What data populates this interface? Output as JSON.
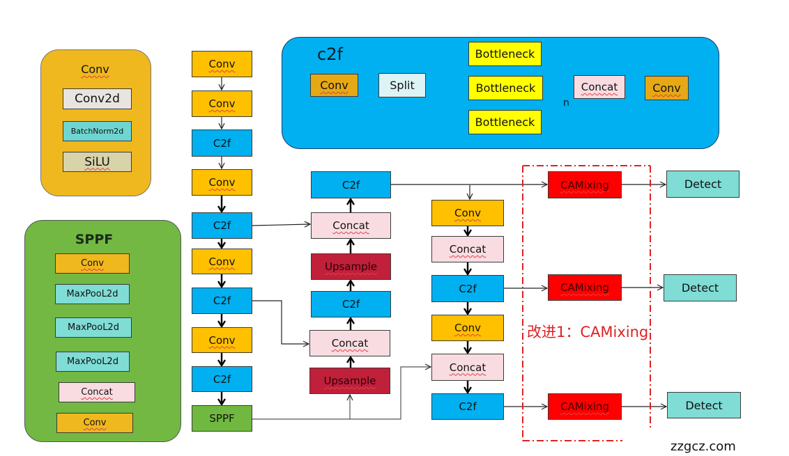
{
  "colors": {
    "conv": "#FFC000",
    "conv_dark": "#E6A814",
    "c2f": "#00B0F0",
    "sppf": "#70B840",
    "concat": "#F9DCE2",
    "upsample": "#C0203A",
    "camixing": "#FF0000",
    "detect": "#7FDDD5",
    "bottleneck": "#FFFF00",
    "split": "#DDF3F5",
    "maxpool": "#7FDDD5",
    "conv2d": "#E8E4E0",
    "batchnorm": "#6FD5D0",
    "silu": "#D8D3A8",
    "highlight_red": "#E02020"
  },
  "conv_panel": {
    "title": "Conv",
    "items": [
      "Conv2d",
      "BatchNorm2d",
      "SiLU"
    ]
  },
  "sppf_panel": {
    "title": "SPPF",
    "items": [
      "Conv",
      "MaxPooL2d",
      "MaxPooL2d",
      "MaxPooL2d",
      "Concat",
      "Conv"
    ]
  },
  "c2f_panel": {
    "title": "c2f",
    "conv_in": "Conv",
    "split": "Split",
    "bottlenecks": [
      "Bottleneck",
      "Bottleneck",
      "Bottleneck"
    ],
    "n_label": "n",
    "concat": "Concat",
    "conv_out": "Conv"
  },
  "backbone": [
    "Conv",
    "Conv",
    "C2f",
    "Conv",
    "C2f",
    "Conv",
    "C2f",
    "Conv",
    "C2f",
    "SPPF"
  ],
  "neck_up": [
    "C2f",
    "Concat",
    "Upsample",
    "C2f",
    "Concat",
    "Upsample"
  ],
  "neck_down": [
    "Conv",
    "Concat",
    "C2f",
    "Conv",
    "Concat",
    "C2f"
  ],
  "camixing": [
    "CAMixing",
    "CAMixing",
    "CAMixing"
  ],
  "detect": [
    "Detect",
    "Detect",
    "Detect"
  ],
  "improvement_label": "改进1：CAMixing",
  "watermark": "zzgcz.com"
}
